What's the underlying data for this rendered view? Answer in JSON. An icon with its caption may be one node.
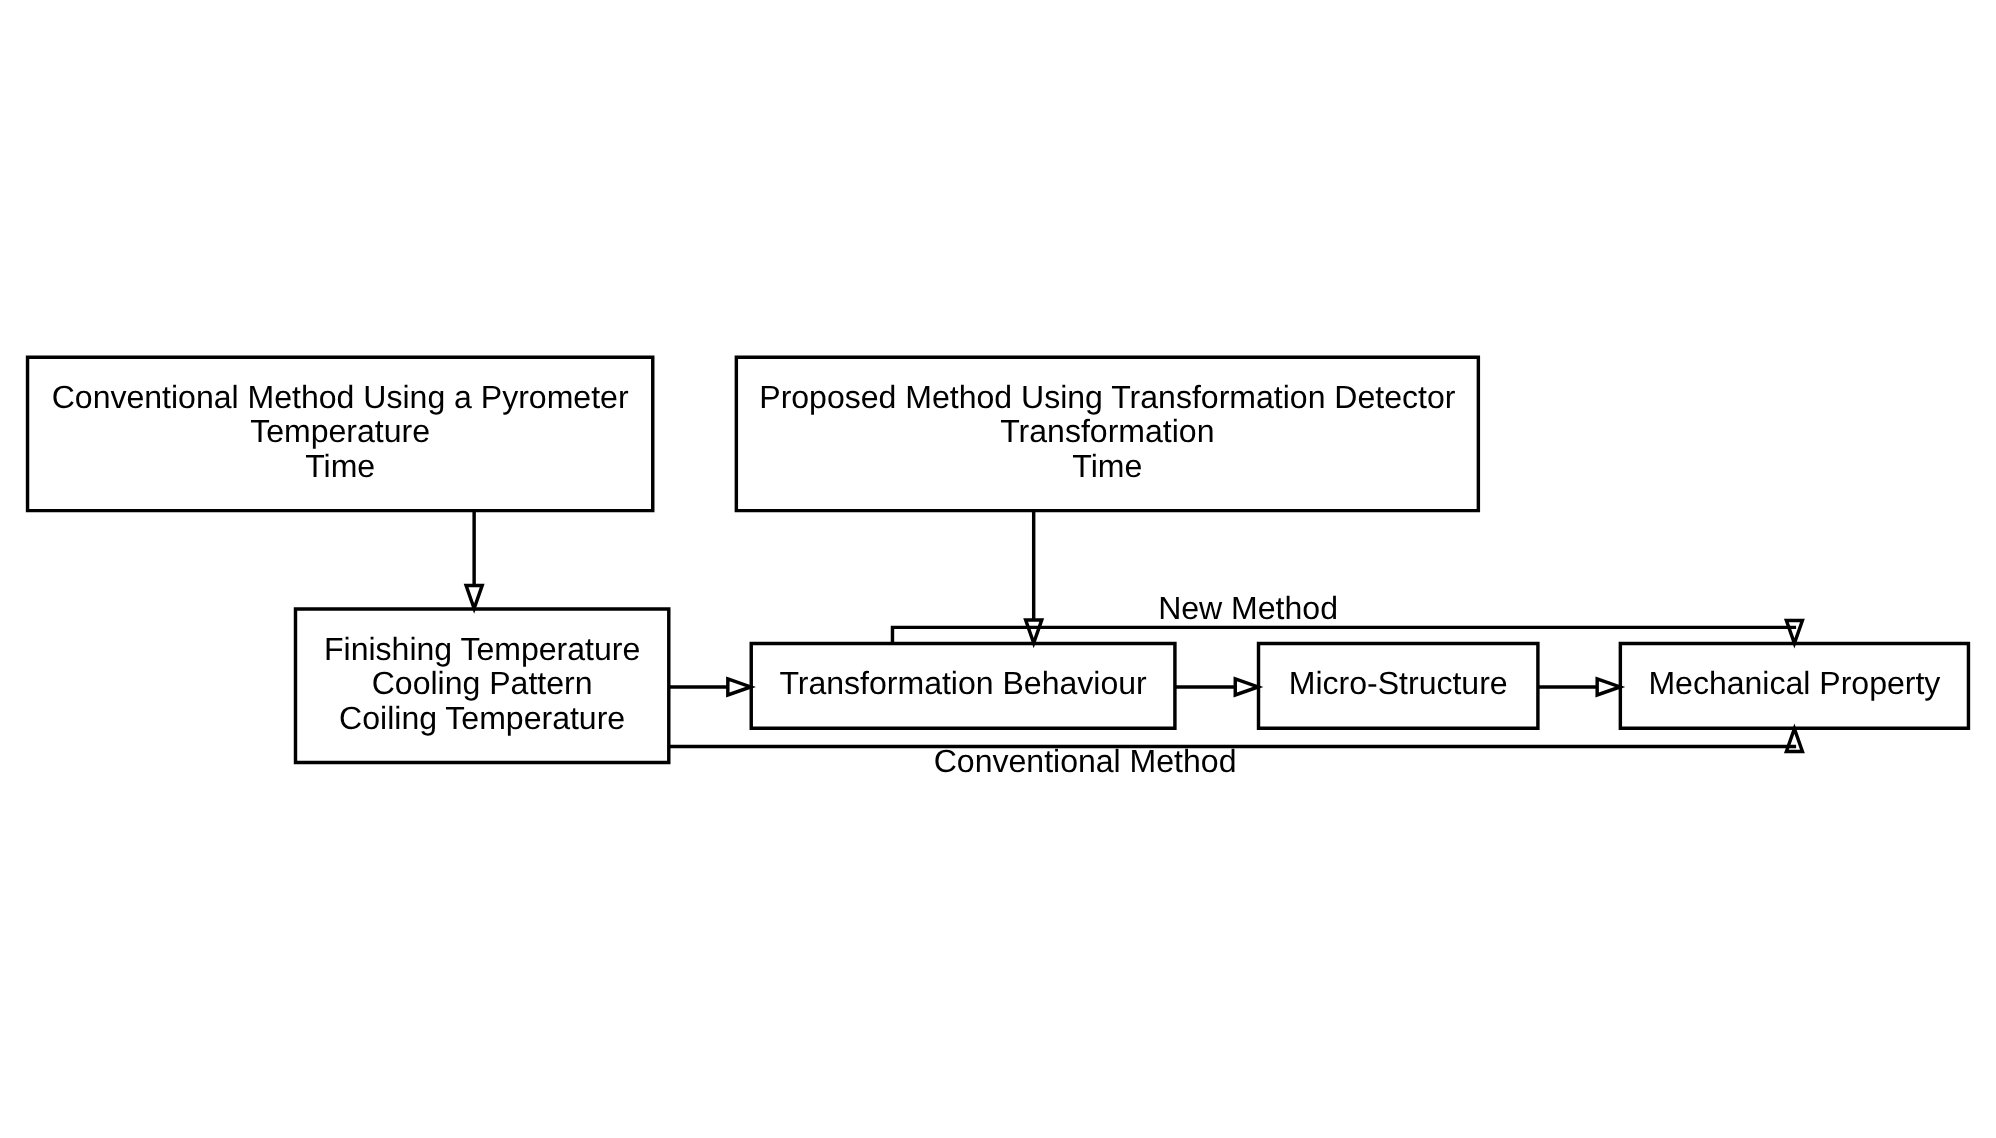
{
  "diagram": {
    "nodes": [
      {
        "text": [
          "Conventional Method Using a Pyrometer",
          "Temperature",
          "Time"
        ]
      },
      {
        "text": [
          "Proposed Method Using Transformation Detector",
          "Transformation",
          "Time"
        ]
      },
      {
        "text": [
          "Finishing Temperature",
          "Cooling Pattern",
          "Coiling Temperature"
        ]
      },
      {
        "text": [
          "Transformation Behaviour"
        ]
      },
      {
        "text": [
          "Micro-Structure"
        ]
      },
      {
        "text": [
          "Mechanical Property"
        ]
      }
    ],
    "edges": [
      {
        "from": 0,
        "to": 2,
        "arrow": "to"
      },
      {
        "from": 1,
        "to": 3,
        "arrow": "to"
      },
      {
        "from": 2,
        "to": 3,
        "arrow": "to"
      },
      {
        "from": 3,
        "to": 4,
        "arrow": "to"
      },
      {
        "from": 4,
        "to": 5,
        "arrow": "to"
      },
      {
        "from": 3,
        "to": 5,
        "arrow": "to",
        "label": "New Method"
      },
      {
        "from": 2,
        "to": 5,
        "arrow": "to",
        "label": "Conventional Method"
      }
    ]
  }
}
